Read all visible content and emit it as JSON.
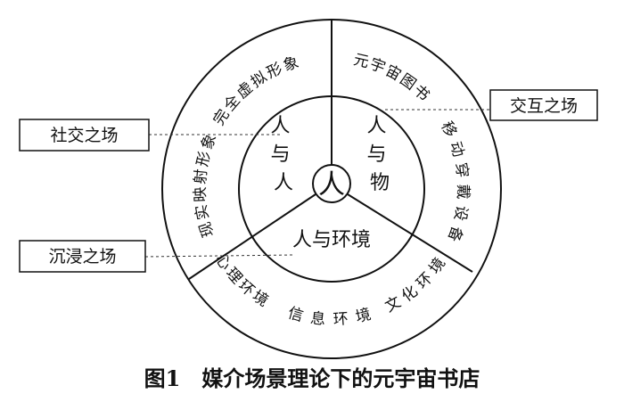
{
  "center": "人",
  "inner": {
    "left": "人与人",
    "right": "人与物",
    "bottom": "人与环境"
  },
  "outer": {
    "top_left": "完全虚拟形象",
    "left": "现实映射形象",
    "top_right": "元宇宙图书",
    "right": "移动穿戴设备",
    "bottom_left": "心理环境",
    "bottom_mid": "信息环境",
    "bottom_right": "文化环境"
  },
  "labels": {
    "social": "社交之场",
    "interaction": "交互之场",
    "immersion": "沉浸之场"
  },
  "caption": "图1　媒介场景理论下的元宇宙书店"
}
